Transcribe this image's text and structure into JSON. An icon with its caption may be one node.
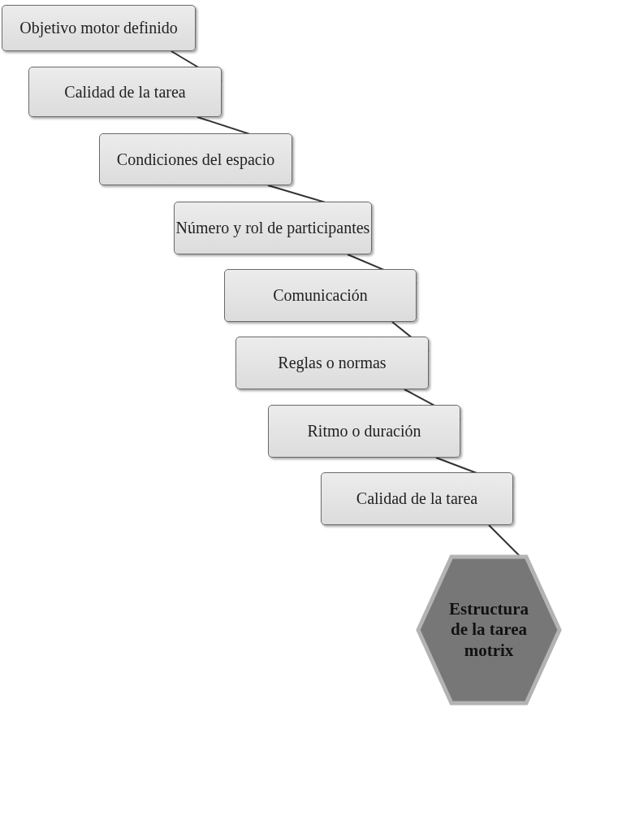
{
  "diagram": {
    "nodes": [
      {
        "text": [
          "Objetivo motor definido"
        ]
      },
      {
        "text": [
          "Calidad de la tarea"
        ]
      },
      {
        "text": [
          "Condiciones del espacio"
        ]
      },
      {
        "text": [
          "Número y rol de participantes"
        ]
      },
      {
        "text": [
          "Comunicación"
        ]
      },
      {
        "text": [
          "Reglas o normas"
        ]
      },
      {
        "text": [
          "Ritmo o duración"
        ]
      },
      {
        "text": [
          "Calidad de la tarea"
        ]
      },
      {
        "text": [
          "Estructura de la tarea motrix"
        ]
      }
    ],
    "edges": [
      {
        "from": 0,
        "to": 1,
        "arrow": "none"
      },
      {
        "from": 1,
        "to": 2,
        "arrow": "none"
      },
      {
        "from": 2,
        "to": 3,
        "arrow": "none"
      },
      {
        "from": 3,
        "to": 4,
        "arrow": "none"
      },
      {
        "from": 4,
        "to": 5,
        "arrow": "none"
      },
      {
        "from": 5,
        "to": 6,
        "arrow": "none"
      },
      {
        "from": 6,
        "to": 7,
        "arrow": "none"
      },
      {
        "from": 7,
        "to": 8,
        "arrow": "none"
      }
    ]
  }
}
